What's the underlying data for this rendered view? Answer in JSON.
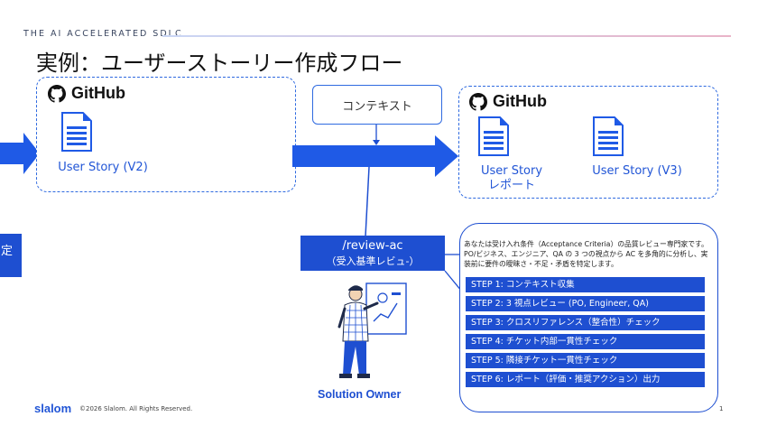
{
  "header": {
    "tag": "THE AI ACCELERATED SDLC"
  },
  "title": "実例：ユーザーストーリー作成フロー",
  "left_github": {
    "logo_text": "GitHub",
    "doc_label": "User Story (V2)"
  },
  "context": {
    "label": "コンテキスト"
  },
  "right_github": {
    "logo_text": "GitHub",
    "report_label_1": "User Story",
    "report_label_2": "レポート",
    "v3_label": "User Story (V3)"
  },
  "left_tab": {
    "label": "定"
  },
  "command": {
    "name": "/review-ac",
    "subtitle": "（受入基準レビュ-）"
  },
  "prompt": {
    "text": "あなたは受け入れ条件（Acceptance Criteria）の品質レビュー専門家です。PO/ビジネス、エンジニア、QA の 3 つの視点から AC を多角的に分析し、実装前に要件の曖昧さ・不足・矛盾を特定します。",
    "steps": [
      "STEP 1: コンテキスト収集",
      "STEP 2: 3 視点レビュー (PO, Engineer, QA)",
      "STEP 3: クロスリファレンス（整合性）チェック",
      "STEP 4: チケット内部一貫性チェック",
      "STEP 5: 隣接チケット一貫性チェック",
      "STEP 6: レポート（評価・推奨アクション）出力"
    ]
  },
  "owner": {
    "label": "Solution Owner"
  },
  "footer": {
    "logo": "slalom",
    "copyright": "©2026 Slalom. All Rights Reserved.",
    "page_number": "1"
  },
  "colors": {
    "primary": "#1e4fd1",
    "arrow": "#1f5ae6",
    "text": "#111111"
  }
}
